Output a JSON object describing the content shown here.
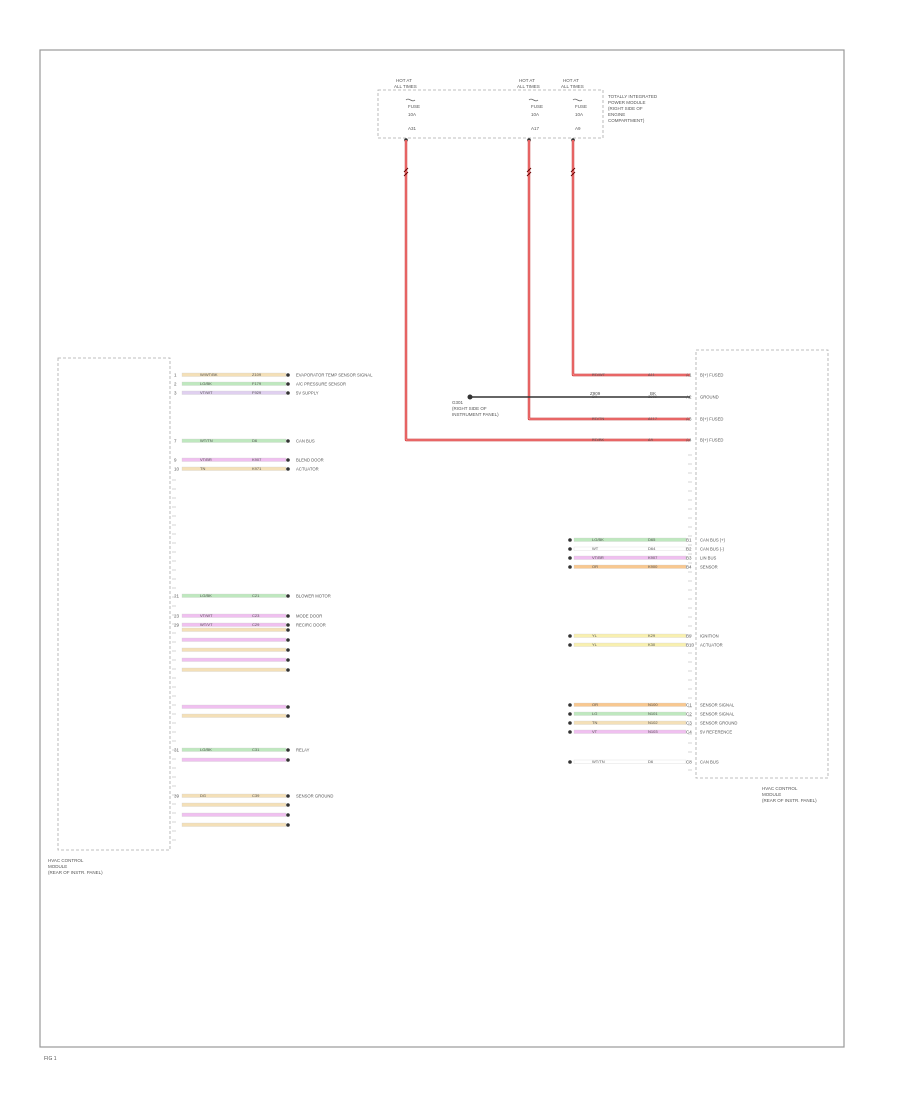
{
  "fuses": [
    {
      "id": "f1",
      "header": "HOT AT",
      "header2": "ALL TIMES",
      "label": "FUSE",
      "amps": "10A",
      "pin": "A31"
    },
    {
      "id": "f2",
      "header": "HOT AT",
      "header2": "ALL TIMES",
      "label": "FUSE",
      "amps": "10A",
      "pin": "A17"
    },
    {
      "id": "f3",
      "header": "HOT AT",
      "header2": "ALL TIMES",
      "label": "FUSE",
      "amps": "10A",
      "pin": "A9"
    }
  ],
  "fuse_box_label": [
    "TOTALLY INTEGRATED",
    "POWER MODULE",
    "(RIGHT SIDE OF",
    "ENGINE",
    "COMPARTMENT)"
  ],
  "ground_label": [
    "G301",
    "(RIGHT SIDE OF",
    "INSTRUMENT PANEL)"
  ],
  "ground_wire": {
    "code": "Z909",
    "color": "BK"
  },
  "left_module": {
    "label": [
      "HVAC CONTROL",
      "MODULE",
      "(REAR OF INSTR. PANEL)"
    ],
    "pins": [
      {
        "n": "1",
        "wire": "W/WT/BK",
        "code": "Z109",
        "color": "#f4e0b8",
        "desc": "EVAPORATOR TEMP SENSOR SIGNAL"
      },
      {
        "n": "2",
        "wire": "LG/BK",
        "code": "F179",
        "color": "#bfe8bf",
        "desc": "A/C PRESSURE SENSOR"
      },
      {
        "n": "3",
        "wire": "VT/WT",
        "code": "F929",
        "color": "#e0d0f0",
        "desc": "5V SUPPLY"
      },
      {
        "n": "7",
        "wire": "WT/TN",
        "code": "D6",
        "color": "#bfe8bf",
        "desc": "CAN BUS"
      },
      {
        "n": "9",
        "wire": "VT/BR",
        "code": "K907",
        "color": "#f0c0f0",
        "desc": "BLEND DOOR"
      },
      {
        "n": "10",
        "wire": "TN",
        "code": "K971",
        "color": "#f4e0b8",
        "desc": "ACTUATOR"
      },
      {
        "n": "21",
        "wire": "LG/BK",
        "code": "C21",
        "color": "#bfe8bf",
        "desc": "BLOWER MOTOR"
      },
      {
        "n": "23",
        "wire": "VT/WT",
        "code": "C23",
        "color": "#f0c0f0",
        "desc": "MODE DOOR"
      },
      {
        "n": "29",
        "wire": "WT/VT",
        "code": "C29",
        "color": "#f0c0f0",
        "desc": "RECIRC DOOR"
      },
      {
        "n": "31",
        "wire": "LG/BK",
        "code": "C31",
        "color": "#bfe8bf",
        "desc": "RELAY"
      },
      {
        "n": "39",
        "wire": "DG",
        "code": "C39",
        "color": "#f4e0b8",
        "desc": "SENSOR GROUND"
      }
    ]
  },
  "right_module": {
    "label": [
      "HVAC CONTROL",
      "MODULE",
      "(REAR OF INSTR. PANEL)"
    ],
    "pins": [
      {
        "n": "A1",
        "wire": "RD/WT",
        "code": "A11",
        "color": "#e04040",
        "desc": "B(+) FUSED"
      },
      {
        "n": "A2",
        "wire": "BK",
        "code": "Z909",
        "color": "#404040",
        "desc": "GROUND"
      },
      {
        "n": "A3",
        "wire": "RD/TN",
        "code": "A117",
        "color": "#e04040",
        "desc": "B(+) FUSED"
      },
      {
        "n": "A4",
        "wire": "RD/BK",
        "code": "A9",
        "color": "#e04040",
        "desc": "B(+) FUSED"
      },
      {
        "n": "B1",
        "wire": "LG/BK",
        "code": "D65",
        "color": "#bfe8bf",
        "desc": "CAN BUS (+)"
      },
      {
        "n": "B2",
        "wire": "WT",
        "code": "D64",
        "color": "#ffffff",
        "desc": "CAN BUS (-)"
      },
      {
        "n": "B3",
        "wire": "VT/BR",
        "code": "K907",
        "color": "#f0c0f0",
        "desc": "LIN BUS"
      },
      {
        "n": "B4",
        "wire": "OR",
        "code": "K900",
        "color": "#f8c890",
        "desc": "SENSOR"
      },
      {
        "n": "B9",
        "wire": "YL",
        "code": "K29",
        "color": "#f8f0b0",
        "desc": "IGNITION"
      },
      {
        "n": "B10",
        "wire": "YL",
        "code": "K30",
        "color": "#f8f0b0",
        "desc": "ACTUATOR"
      },
      {
        "n": "C1",
        "wire": "OR",
        "code": "N100",
        "color": "#f8c890",
        "desc": "SENSOR SIGNAL"
      },
      {
        "n": "C2",
        "wire": "LG",
        "code": "N101",
        "color": "#bfe8bf",
        "desc": "SENSOR SIGNAL"
      },
      {
        "n": "C3",
        "wire": "TN",
        "code": "N102",
        "color": "#f4e0b8",
        "desc": "SENSOR GROUND"
      },
      {
        "n": "C4",
        "wire": "VT",
        "code": "N103",
        "color": "#f0c0f0",
        "desc": "5V REFERENCE"
      },
      {
        "n": "C8",
        "wire": "WT/TN",
        "code": "D6",
        "color": "#ffffff",
        "desc": "CAN BUS"
      }
    ]
  },
  "page_code": "FIG 1"
}
